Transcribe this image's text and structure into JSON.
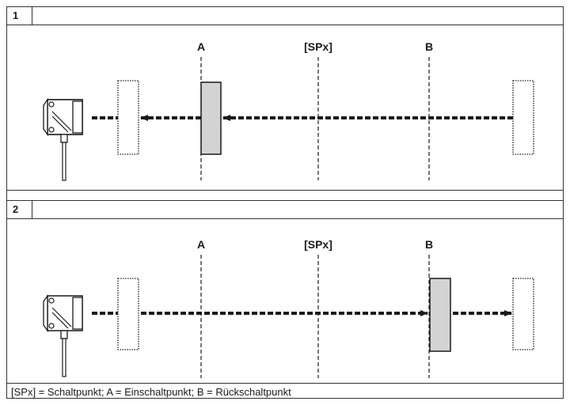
{
  "panels": [
    {
      "number": "1",
      "labels": {
        "a": "A",
        "spx": "[SPx]",
        "b": "B"
      }
    },
    {
      "number": "2",
      "labels": {
        "a": "A",
        "spx": "[SPx]",
        "b": "B"
      }
    }
  ],
  "caption": "[SPx] = Schaltpunkt; A = Einschaltpunkt; B = Rückschaltpunkt",
  "colors": {
    "line": "#1a1a1a",
    "object_fill": "#d3d3d3",
    "frame": "#333333"
  }
}
